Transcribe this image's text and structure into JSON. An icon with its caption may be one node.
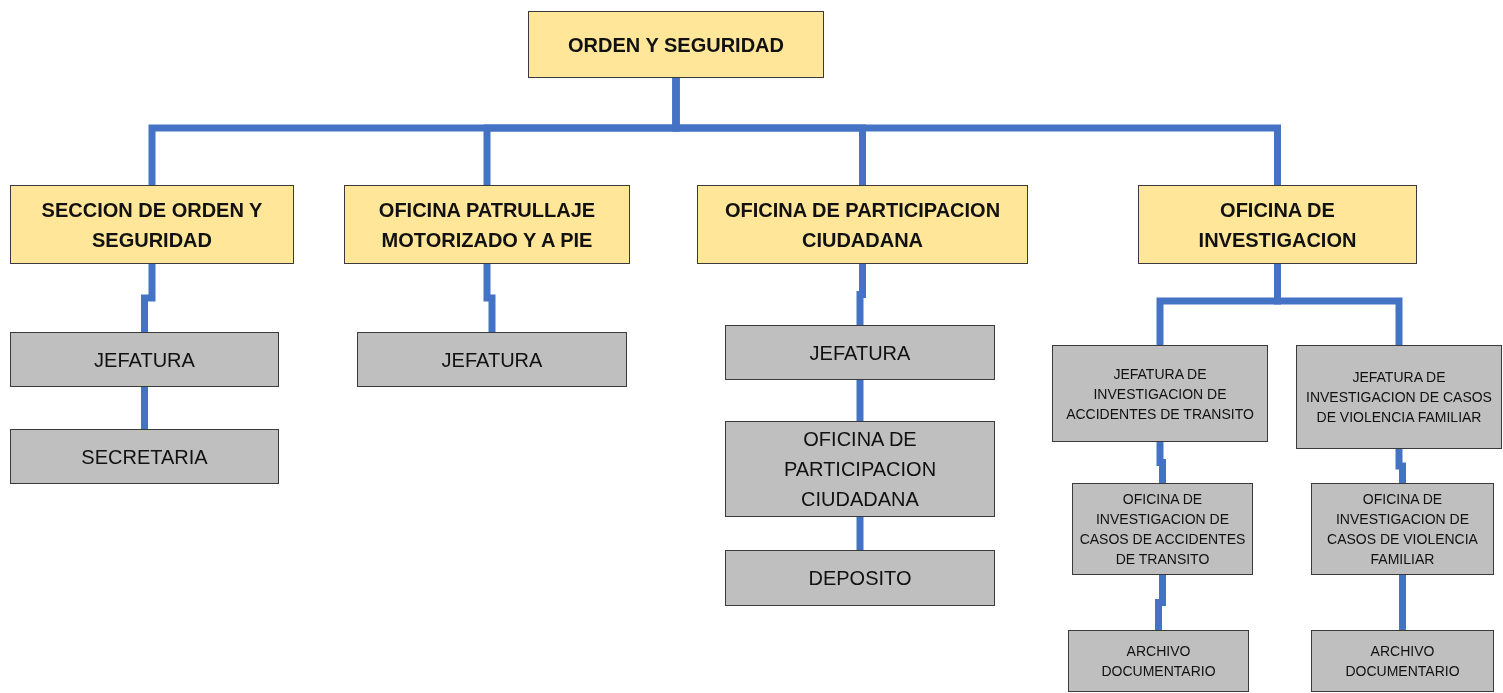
{
  "diagram": {
    "nodes": [
      {
        "text": [
          "ORDEN Y SEGURIDAD"
        ]
      },
      {
        "text": [
          "SECCION DE ORDEN Y SEGURIDAD"
        ]
      },
      {
        "text": [
          "OFICINA PATRULLAJE MOTORIZADO Y A PIE"
        ]
      },
      {
        "text": [
          "OFICINA DE PARTICIPACION CIUDADANA"
        ]
      },
      {
        "text": [
          "OFICINA DE INVESTIGACION"
        ]
      },
      {
        "text": [
          "JEFATURA"
        ]
      },
      {
        "text": [
          "SECRETARIA"
        ]
      },
      {
        "text": [
          "JEFATURA"
        ]
      },
      {
        "text": [
          "JEFATURA"
        ]
      },
      {
        "text": [
          "OFICINA DE PARTICIPACION CIUDADANA"
        ]
      },
      {
        "text": [
          "DEPOSITO"
        ]
      },
      {
        "text": [
          "JEFATURA DE INVESTIGACION DE ACCIDENTES DE TRANSITO"
        ]
      },
      {
        "text": [
          "JEFATURA DE INVESTIGACION DE CASOS DE VIOLENCIA FAMILIAR"
        ]
      },
      {
        "text": [
          "OFICINA DE INVESTIGACION DE CASOS DE ACCIDENTES DE TRANSITO"
        ]
      },
      {
        "text": [
          "OFICINA DE INVESTIGACION DE CASOS DE VIOLENCIA FAMILIAR"
        ]
      },
      {
        "text": [
          "ARCHIVO DOCUMENTARIO"
        ]
      },
      {
        "text": [
          "ARCHIVO DOCUMENTARIO"
        ]
      }
    ],
    "edges": [
      {
        "from": 0,
        "to": 1,
        "arrow": "none"
      },
      {
        "from": 0,
        "to": 2,
        "arrow": "none"
      },
      {
        "from": 0,
        "to": 3,
        "arrow": "none"
      },
      {
        "from": 0,
        "to": 4,
        "arrow": "none"
      },
      {
        "from": 1,
        "to": 5,
        "arrow": "none"
      },
      {
        "from": 5,
        "to": 6,
        "arrow": "none"
      },
      {
        "from": 2,
        "to": 7,
        "arrow": "none"
      },
      {
        "from": 3,
        "to": 8,
        "arrow": "none"
      },
      {
        "from": 8,
        "to": 9,
        "arrow": "none"
      },
      {
        "from": 9,
        "to": 10,
        "arrow": "none"
      },
      {
        "from": 4,
        "to": 11,
        "arrow": "none"
      },
      {
        "from": 4,
        "to": 12,
        "arrow": "none"
      },
      {
        "from": 11,
        "to": 13,
        "arrow": "none"
      },
      {
        "from": 13,
        "to": 15,
        "arrow": "none"
      },
      {
        "from": 12,
        "to": 14,
        "arrow": "none"
      },
      {
        "from": 14,
        "to": 16,
        "arrow": "none"
      }
    ]
  }
}
